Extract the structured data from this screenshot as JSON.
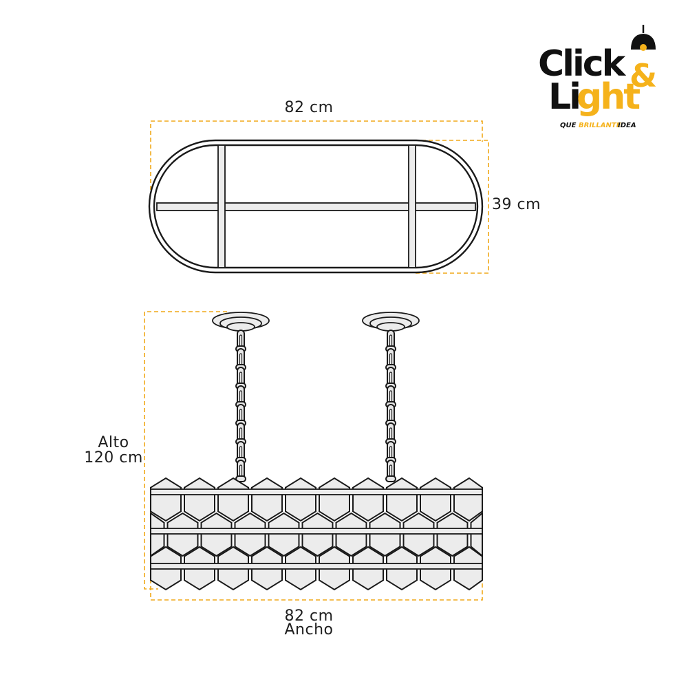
{
  "logo": {
    "word_click": "Click",
    "ampersand": "&",
    "word_light_prefix": "Li",
    "word_light_suffix": "ght",
    "tagline_que": "QUE",
    "tagline_brillante": "BRILLANTE",
    "tagline_idea": "IDEA",
    "icon": "pendant-lamp-icon",
    "colors": {
      "dark": "#111111",
      "accent": "#f5b21b"
    }
  },
  "top_view": {
    "width_label": "82 cm",
    "depth_label": "39 cm"
  },
  "front_view": {
    "height_label_line1": "Alto",
    "height_label_line2": "120 cm",
    "width_label_line1": "82 cm",
    "width_label_line2": "Ancho"
  },
  "colors": {
    "dimension": "#f0a818",
    "outline": "#1a1a1a",
    "fill": "#ececec"
  }
}
